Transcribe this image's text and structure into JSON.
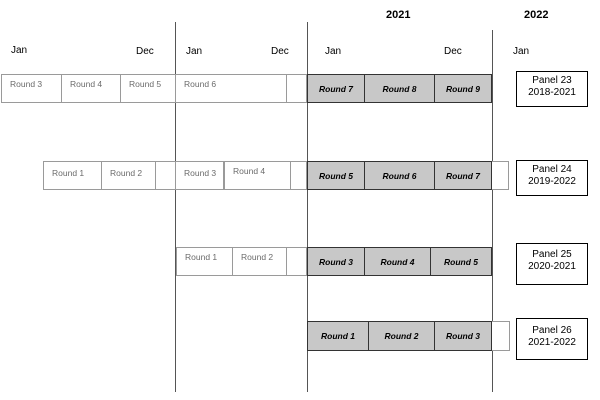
{
  "years": [
    {
      "id": "y2021",
      "label": "2021"
    },
    {
      "id": "y2022",
      "label": "2022"
    }
  ],
  "months": [
    {
      "id": "m1",
      "label": "Jan"
    },
    {
      "id": "m2",
      "label": "Dec"
    },
    {
      "id": "m3",
      "label": "Jan"
    },
    {
      "id": "m4",
      "label": "Dec"
    },
    {
      "id": "m5",
      "label": "Jan"
    },
    {
      "id": "m6",
      "label": "Dec"
    },
    {
      "id": "m7",
      "label": "Jan"
    }
  ],
  "colors": {
    "survey_fill": "#c8c8c8",
    "past_border": "#9a9a9a",
    "past_text": "#6b6b6b"
  },
  "panels": [
    {
      "label": "Panel 23",
      "years": "2018-2021",
      "rounds": [
        "Round 3",
        "Round 4",
        "Round 5",
        "Round 6",
        "",
        "Round 7",
        "Round 8",
        "Round 9"
      ]
    },
    {
      "label": "Panel 24",
      "years": "2019-2022",
      "rounds": [
        "Round 1",
        "Round 2",
        "",
        "Round 3",
        "Round 4",
        "",
        "Round 5",
        "Round 6",
        "Round 7",
        ""
      ]
    },
    {
      "label": "Panel 25",
      "years": "2020-2021",
      "rounds": [
        "Round 1",
        "Round 2",
        "",
        "Round 3",
        "Round 4",
        "Round 5"
      ]
    },
    {
      "label": "Panel 26",
      "years": "2021-2022",
      "rounds": [
        "Round 1",
        "Round 2",
        "Round 3",
        ""
      ]
    }
  ]
}
